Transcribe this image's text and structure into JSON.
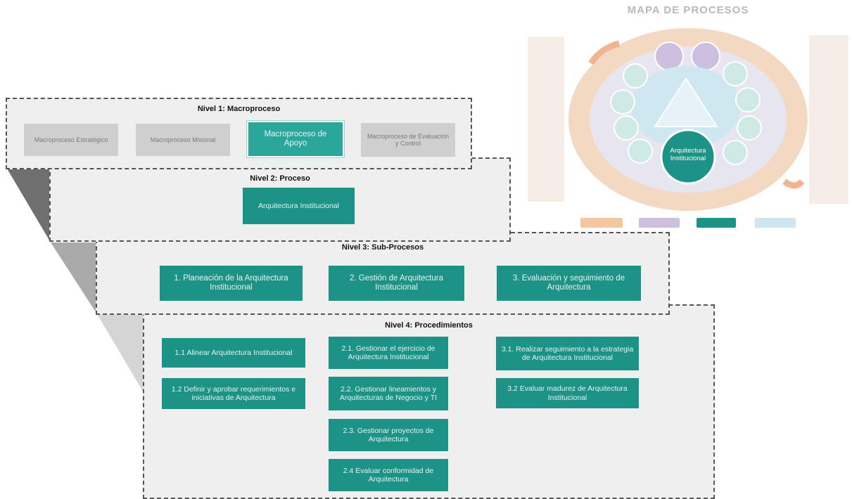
{
  "levels": {
    "level1": {
      "title": "Nivel 1: Macroproceso",
      "items": [
        "Macroproceso Estratégico",
        "Macroproceso Misional",
        "Macroproceso de Apoyo",
        "Macroproceso de Evaluación y Control"
      ]
    },
    "level2": {
      "title": "Nivel 2: Proceso",
      "items": [
        "Arquitectura Institucional"
      ]
    },
    "level3": {
      "title": "Nivel 3: Sub-Procesos",
      "items": [
        "1. Planeación de la Arquitectura Institucional",
        "2. Gestión de Arquitectura Institucional",
        "3. Evaluación y seguimiento de Arquitectura"
      ]
    },
    "level4": {
      "title": "Nivel 4: Procedimientos",
      "col1": [
        "1.1 Alinear Arquitectura Institucional",
        "1.2 Definir y aprobar requerimientos e iniciativas de Arquitectura"
      ],
      "col2": [
        "2.1. Gestionar el ejercicio de Arquitectura Institucional",
        "2.2. Gestionar lineamientos y Arquitecturas de Negocio y TI",
        "2.3. Gestionar proyectos de Arquitectura",
        "2.4 Evaluar conformidad de Arquitectura"
      ],
      "col3": [
        "3.1. Realizar seguimiento a la estrategia de Arquitectura Institucional",
        "3.2 Evaluar madurez de Arquitectura Institucional"
      ]
    }
  },
  "map": {
    "title": "MAPA DE PROCESOS",
    "highlight": "Arquitectura Institucional"
  },
  "colors": {
    "teal": "#1d9287",
    "panel": "#efefef",
    "gray_box": "#cfcfcf",
    "orange": "#f3c7a0",
    "purple": "#cdbfe0",
    "light_blue": "#cde6f0"
  }
}
